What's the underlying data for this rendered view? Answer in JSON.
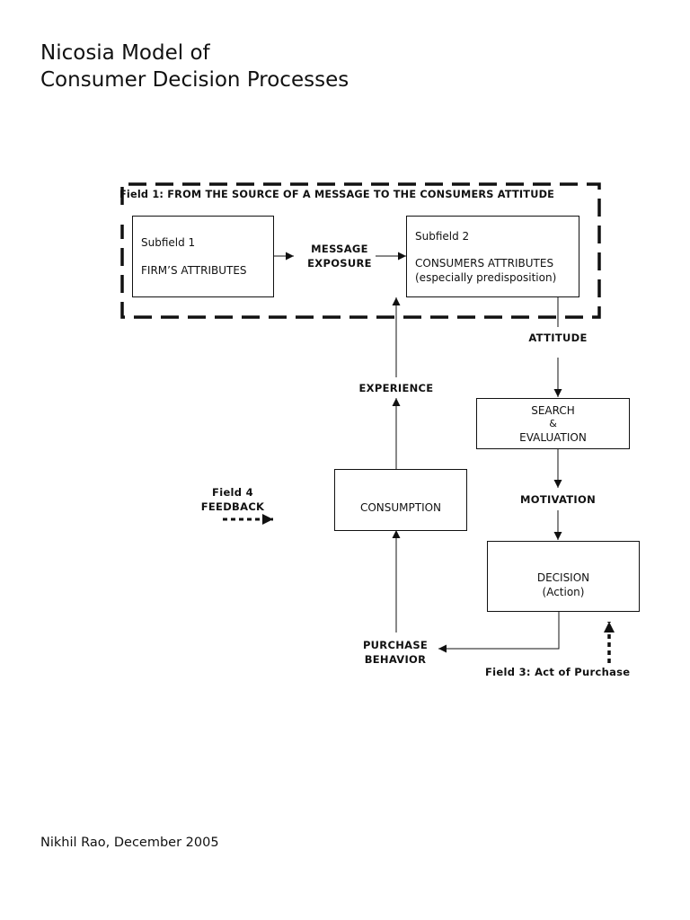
{
  "title": {
    "line1": "Nicosia Model of",
    "line2": "Consumer Decision Processes"
  },
  "field1": {
    "label": "Field 1: FROM THE SOURCE OF A MESSAGE TO THE CONSUMERS ATTITUDE"
  },
  "subfield1": {
    "heading": "Subfield 1",
    "text": "FIRM’S ATTRIBUTES"
  },
  "message_exposure": {
    "line1": "MESSAGE",
    "line2": "EXPOSURE"
  },
  "subfield2": {
    "heading": "Subfield 2",
    "text1": "CONSUMERS ATTRIBUTES",
    "text2": "(especially predisposition)"
  },
  "attitude": "ATTITUDE",
  "search_evaluation": {
    "line1": "SEARCH",
    "line2": "&",
    "line3": "EVALUATION"
  },
  "motivation": "MOTIVATION",
  "decision": {
    "line1": "DECISION",
    "line2": "(Action)"
  },
  "purchase_behavior": {
    "line1": "PURCHASE",
    "line2": "BEHAVIOR"
  },
  "field3": "Field 3: Act of Purchase",
  "consumption": "CONSUMPTION",
  "experience": "EXPERIENCE",
  "field4": {
    "line1": "Field 4",
    "line2": "FEEDBACK"
  },
  "footer": "Nikhil Rao, December 2005"
}
